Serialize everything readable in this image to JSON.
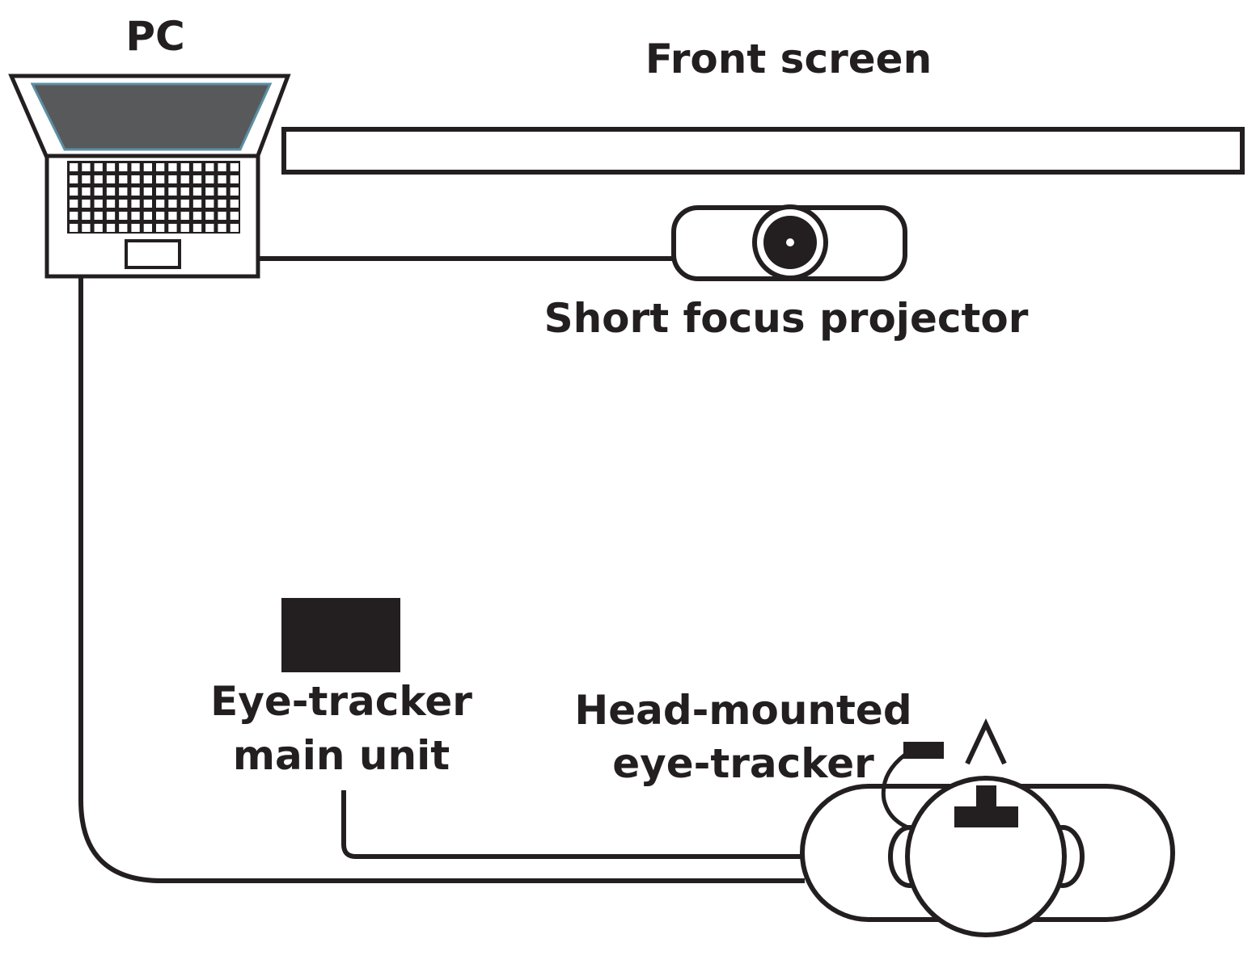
{
  "labels": {
    "pc": "PC",
    "front_screen": "Front screen",
    "projector": "Short focus projector",
    "main_unit_line1": "Eye-tracker",
    "main_unit_line2": "main unit",
    "head_mounted_line1": "Head-mounted",
    "head_mounted_line2": "eye-tracker"
  },
  "colors": {
    "ink": "#231f20",
    "laptop_screen": "#58595b",
    "laptop_screen_edge": "#5b8fa3",
    "background": "#ffffff"
  },
  "icons": {
    "pc": "laptop-icon",
    "projector": "projector-icon",
    "main_unit": "eye-tracker-box-icon",
    "subject": "person-top-view-icon"
  }
}
